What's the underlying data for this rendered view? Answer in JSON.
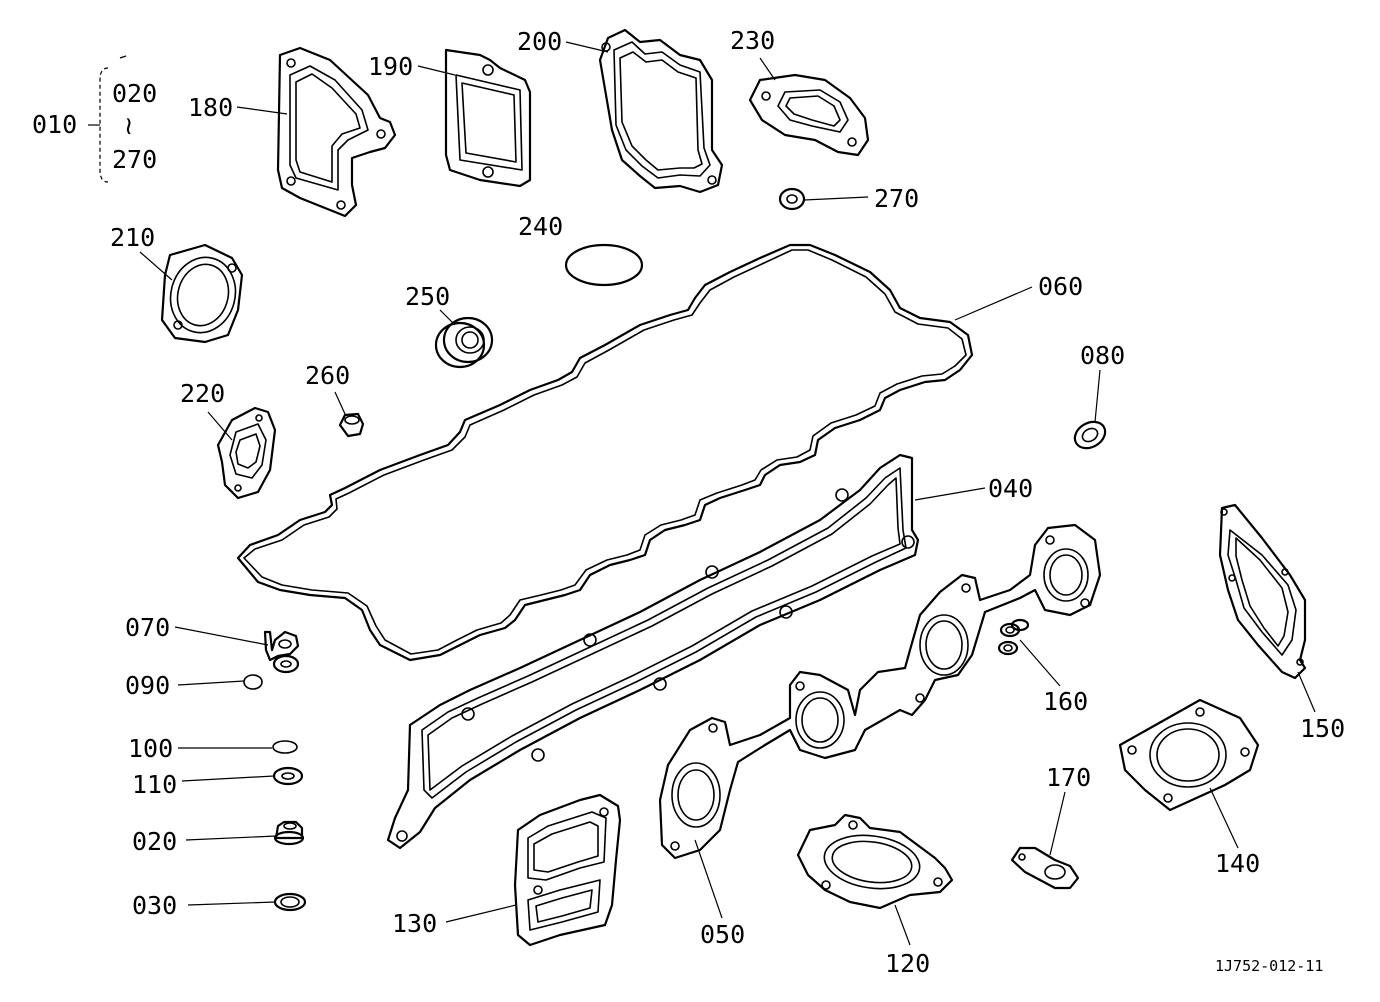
{
  "labels": {
    "p010": "010",
    "p020a": "020",
    "range_symbol": "≀",
    "p270a": "270",
    "p180": "180",
    "p190": "190",
    "p200": "200",
    "p230": "230",
    "p270": "270",
    "p210": "210",
    "p240": "240",
    "p250": "250",
    "p060": "060",
    "p080": "080",
    "p220": "220",
    "p260": "260",
    "p040": "040",
    "p070": "070",
    "p090": "090",
    "p100": "100",
    "p110": "110",
    "p020": "020",
    "p030": "030",
    "p130": "130",
    "p050": "050",
    "p120": "120",
    "p170": "170",
    "p140": "140",
    "p160": "160",
    "p150": "150"
  },
  "diagram_code": "1J752-012-11"
}
